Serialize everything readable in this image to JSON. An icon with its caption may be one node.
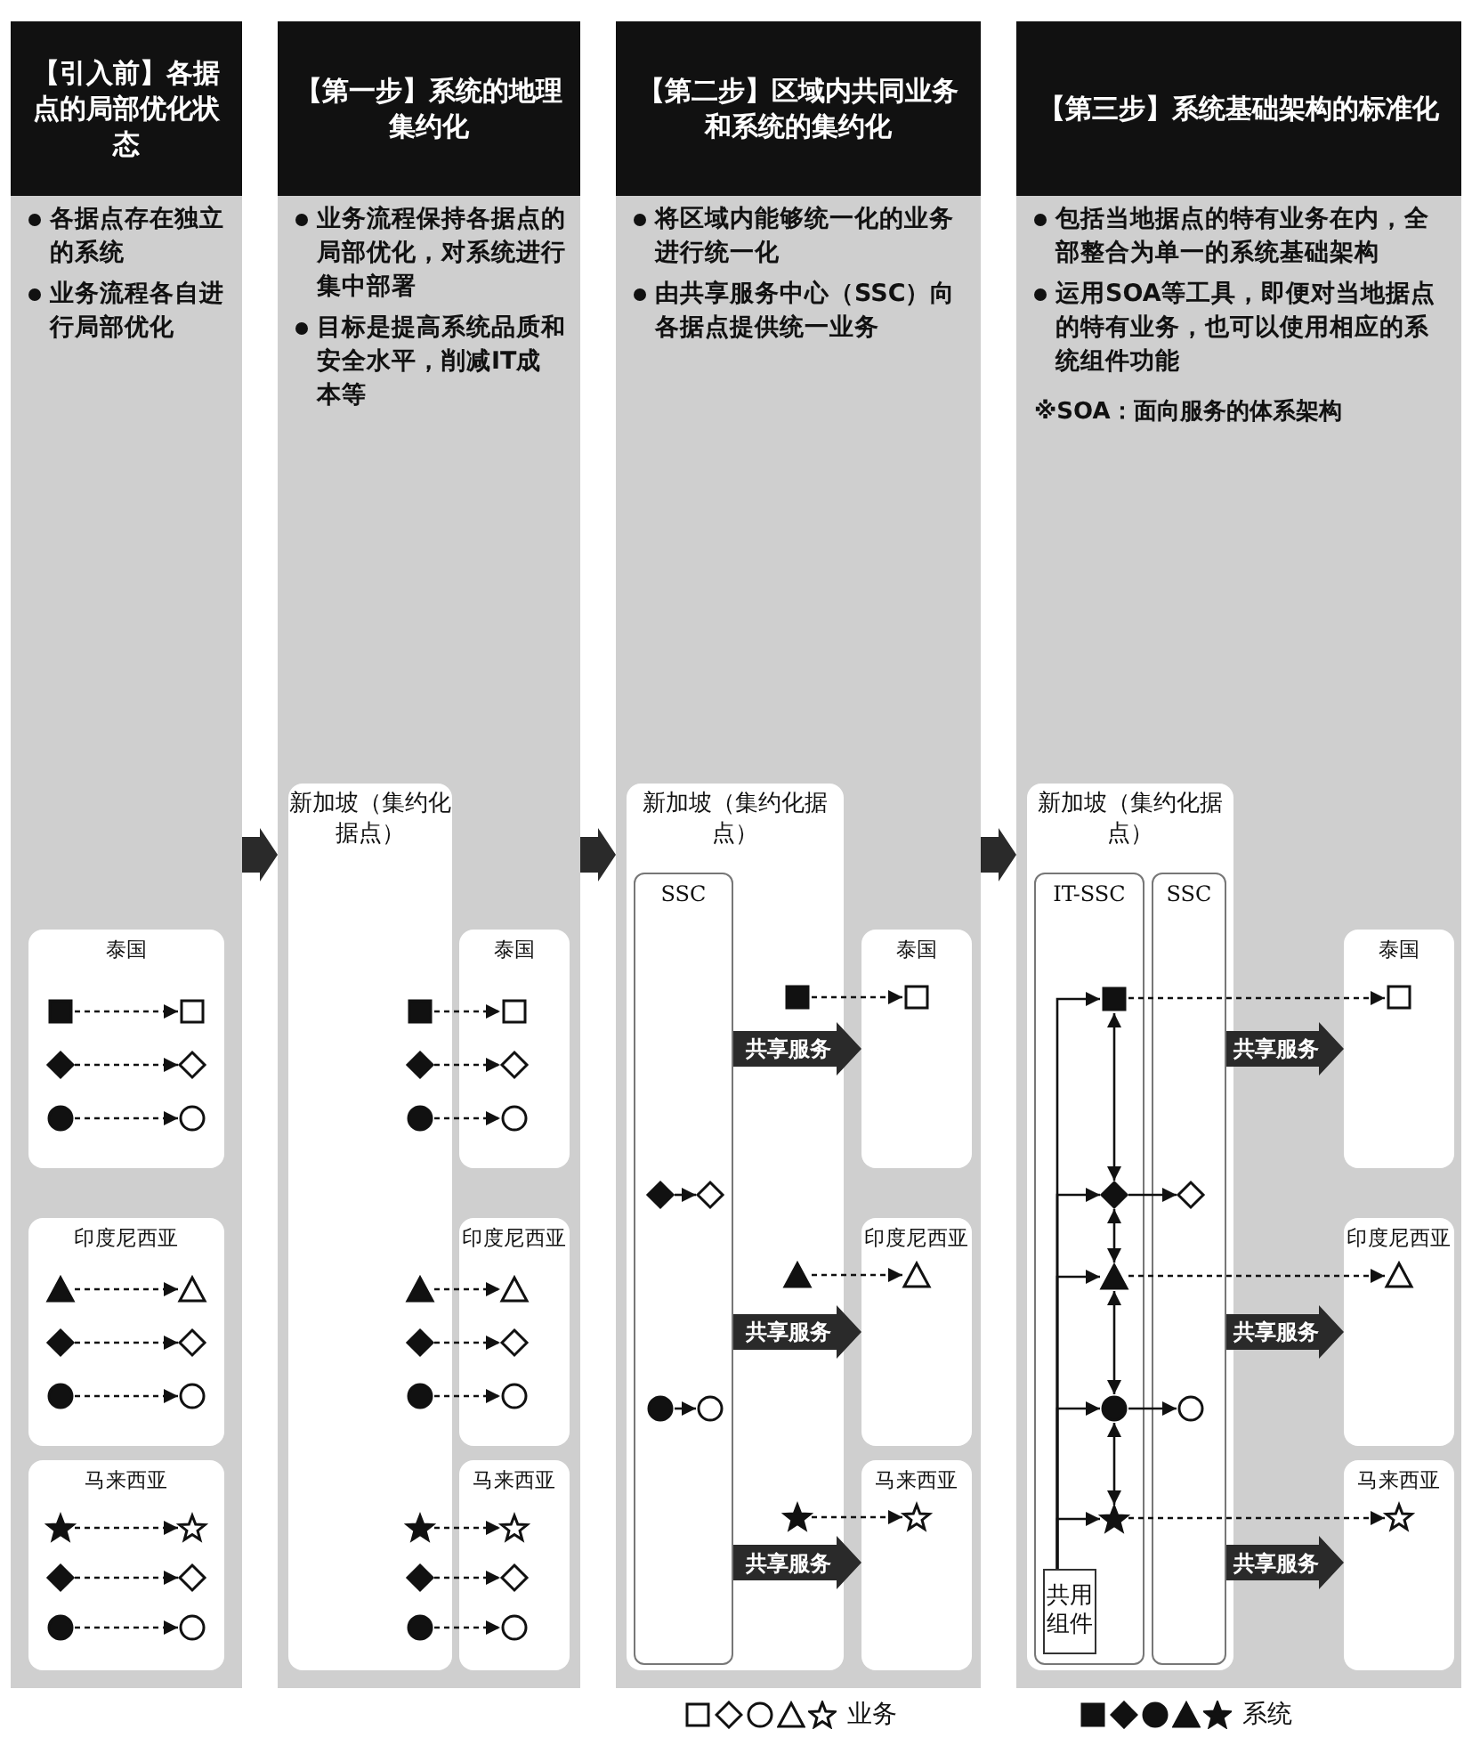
{
  "diagram": {
    "nodes": [
      {
        "text": [
          "【引入前】各据点的局部优化状态",
          "各据点存在独立的系统",
          "业务流程各自进行局部优化"
        ]
      },
      {
        "text": [
          "泰国"
        ],
        "in": 0
      },
      {
        "text": [],
        "shape": "square",
        "in": 1
      },
      {
        "text": [],
        "shape": "square",
        "in": 1
      },
      {
        "text": [],
        "shape": "diamond",
        "in": 1
      },
      {
        "text": [],
        "shape": "diamond",
        "in": 1
      },
      {
        "text": [],
        "shape": "circle",
        "in": 1
      },
      {
        "text": [],
        "shape": "circle",
        "in": 1
      },
      {
        "text": [
          "印度尼西亚"
        ],
        "in": 0
      },
      {
        "text": [],
        "shape": "triangle",
        "in": 8
      },
      {
        "text": [],
        "shape": "triangle",
        "in": 8
      },
      {
        "text": [],
        "shape": "diamond",
        "in": 8
      },
      {
        "text": [],
        "shape": "diamond",
        "in": 8
      },
      {
        "text": [],
        "shape": "circle",
        "in": 8
      },
      {
        "text": [],
        "shape": "circle",
        "in": 8
      },
      {
        "text": [
          "马来西亚"
        ],
        "in": 0
      },
      {
        "text": [],
        "shape": "star",
        "in": 15
      },
      {
        "text": [],
        "shape": "star",
        "in": 15
      },
      {
        "text": [],
        "shape": "diamond",
        "in": 15
      },
      {
        "text": [],
        "shape": "diamond",
        "in": 15
      },
      {
        "text": [],
        "shape": "circle",
        "in": 15
      },
      {
        "text": [],
        "shape": "circle",
        "in": 15
      },
      {
        "text": [
          "【第一步】系统的地理集约化",
          "业务流程保持各据点的局部优化，对系统进行集中部署",
          "目标是提高系统品质和安全水平，削减IT成本等"
        ]
      },
      {
        "text": [
          "新加坡（集约化据点）"
        ],
        "in": 22
      },
      {
        "text": [
          "泰国"
        ],
        "in": 22
      },
      {
        "text": [],
        "shape": "square",
        "in": 23
      },
      {
        "text": [],
        "shape": "square",
        "in": 24
      },
      {
        "text": [],
        "shape": "diamond",
        "in": 23
      },
      {
        "text": [],
        "shape": "diamond",
        "in": 24
      },
      {
        "text": [],
        "shape": "circle",
        "in": 23
      },
      {
        "text": [],
        "shape": "circle",
        "in": 24
      },
      {
        "text": [
          "印度尼西亚"
        ],
        "in": 22
      },
      {
        "text": [],
        "shape": "triangle",
        "in": 23
      },
      {
        "text": [],
        "shape": "triangle",
        "in": 31
      },
      {
        "text": [],
        "shape": "diamond",
        "in": 23
      },
      {
        "text": [],
        "shape": "diamond",
        "in": 31
      },
      {
        "text": [],
        "shape": "circle",
        "in": 23
      },
      {
        "text": [],
        "shape": "circle",
        "in": 31
      },
      {
        "text": [
          "马来西亚"
        ],
        "in": 22
      },
      {
        "text": [],
        "shape": "star",
        "in": 23
      },
      {
        "text": [],
        "shape": "star",
        "in": 38
      },
      {
        "text": [],
        "shape": "diamond",
        "in": 23
      },
      {
        "text": [],
        "shape": "diamond",
        "in": 38
      },
      {
        "text": [],
        "shape": "circle",
        "in": 23
      },
      {
        "text": [],
        "shape": "circle",
        "in": 38
      },
      {
        "text": [
          "【第二步】区域内共同业务和系统的集约化",
          "将区域内能够统一化的业务进行统一化",
          "由共享服务中心（SSC）向各据点提供统一业务"
        ]
      },
      {
        "text": [
          "新加坡（集约化据点）"
        ],
        "in": 45
      },
      {
        "text": [
          "SSC"
        ],
        "in": 46
      },
      {
        "text": [
          "泰国"
        ],
        "in": 45
      },
      {
        "text": [],
        "shape": "square",
        "in": 46
      },
      {
        "text": [],
        "shape": "square",
        "in": 48
      },
      {
        "text": [],
        "shape": "diamond",
        "in": 47
      },
      {
        "text": [],
        "shape": "diamond",
        "in": 47
      },
      {
        "text": [
          "印度尼西亚"
        ],
        "in": 45
      },
      {
        "text": [],
        "shape": "triangle",
        "in": 46
      },
      {
        "text": [],
        "shape": "triangle",
        "in": 53
      },
      {
        "text": [],
        "shape": "circle",
        "in": 47
      },
      {
        "text": [],
        "shape": "circle",
        "in": 47
      },
      {
        "text": [
          "马来西亚"
        ],
        "in": 45
      },
      {
        "text": [],
        "shape": "star",
        "in": 46
      },
      {
        "text": [],
        "shape": "star",
        "in": 58
      },
      {
        "text": [
          "【第三步】系统基础架构的标准化",
          "包括当地据点的特有业务在内，全部整合为单一的系统基础架构",
          "运用SOA等工具，即便对当地据点的特有业务，也可以使用相应的系统组件功能",
          "※SOA：面向服务的体系架构"
        ]
      },
      {
        "text": [
          "新加坡（集约化据点）"
        ],
        "in": 61
      },
      {
        "text": [
          "IT-SSC"
        ],
        "in": 62
      },
      {
        "text": [
          "SSC"
        ],
        "in": 62
      },
      {
        "text": [
          "泰国"
        ],
        "in": 61
      },
      {
        "text": [],
        "shape": "square",
        "in": 63
      },
      {
        "text": [],
        "shape": "square",
        "in": 65
      },
      {
        "text": [],
        "shape": "diamond",
        "in": 63
      },
      {
        "text": [],
        "shape": "diamond",
        "in": 64
      },
      {
        "text": [
          "印度尼西亚"
        ],
        "in": 61
      },
      {
        "text": [],
        "shape": "triangle",
        "in": 63
      },
      {
        "text": [],
        "shape": "triangle",
        "in": 70
      },
      {
        "text": [],
        "shape": "circle",
        "in": 63
      },
      {
        "text": [],
        "shape": "circle",
        "in": 64
      },
      {
        "text": [
          "马来西亚"
        ],
        "in": 61
      },
      {
        "text": [],
        "shape": "star",
        "in": 63
      },
      {
        "text": [],
        "shape": "star",
        "in": 75
      },
      {
        "text": [
          "共用组件"
        ],
        "in": 63
      }
    ],
    "edges": [
      {
        "from": 2,
        "to": 3,
        "arrow": "to",
        "style": "dashed"
      },
      {
        "from": 4,
        "to": 5,
        "arrow": "to",
        "style": "dashed"
      },
      {
        "from": 6,
        "to": 7,
        "arrow": "to",
        "style": "dashed"
      },
      {
        "from": 9,
        "to": 10,
        "arrow": "to",
        "style": "dashed"
      },
      {
        "from": 11,
        "to": 12,
        "arrow": "to",
        "style": "dashed"
      },
      {
        "from": 13,
        "to": 14,
        "arrow": "to",
        "style": "dashed"
      },
      {
        "from": 16,
        "to": 17,
        "arrow": "to",
        "style": "dashed"
      },
      {
        "from": 18,
        "to": 19,
        "arrow": "to",
        "style": "dashed"
      },
      {
        "from": 20,
        "to": 21,
        "arrow": "to",
        "style": "dashed"
      },
      {
        "from": 0,
        "to": 22,
        "arrow": "to",
        "style": "thick"
      },
      {
        "from": 25,
        "to": 26,
        "arrow": "to",
        "style": "dashed"
      },
      {
        "from": 27,
        "to": 28,
        "arrow": "to",
        "style": "dashed"
      },
      {
        "from": 29,
        "to": 30,
        "arrow": "to",
        "style": "dashed"
      },
      {
        "from": 32,
        "to": 33,
        "arrow": "to",
        "style": "dashed"
      },
      {
        "from": 34,
        "to": 35,
        "arrow": "to",
        "style": "dashed"
      },
      {
        "from": 36,
        "to": 37,
        "arrow": "to",
        "style": "dashed"
      },
      {
        "from": 39,
        "to": 40,
        "arrow": "to",
        "style": "dashed"
      },
      {
        "from": 41,
        "to": 42,
        "arrow": "to",
        "style": "dashed"
      },
      {
        "from": 43,
        "to": 44,
        "arrow": "to",
        "style": "dashed"
      },
      {
        "from": 22,
        "to": 45,
        "arrow": "to",
        "style": "thick"
      },
      {
        "from": 49,
        "to": 50,
        "arrow": "to",
        "style": "dashed"
      },
      {
        "from": 47,
        "to": 48,
        "arrow": "to",
        "style": "thick",
        "label": "共享服务"
      },
      {
        "from": 51,
        "to": 52,
        "arrow": "to"
      },
      {
        "from": 54,
        "to": 55,
        "arrow": "to",
        "style": "dashed"
      },
      {
        "from": 47,
        "to": 53,
        "arrow": "to",
        "style": "thick",
        "label": "共享服务"
      },
      {
        "from": 56,
        "to": 57,
        "arrow": "to"
      },
      {
        "from": 59,
        "to": 60,
        "arrow": "to",
        "style": "dashed"
      },
      {
        "from": 47,
        "to": 58,
        "arrow": "to",
        "style": "thick",
        "label": "共享服务"
      },
      {
        "from": 45,
        "to": 61,
        "arrow": "to",
        "style": "thick"
      },
      {
        "from": 78,
        "to": 66,
        "arrow": "to"
      },
      {
        "from": 78,
        "to": 68,
        "arrow": "to"
      },
      {
        "from": 78,
        "to": 71,
        "arrow": "to"
      },
      {
        "from": 78,
        "to": 73,
        "arrow": "to"
      },
      {
        "from": 78,
        "to": 76,
        "arrow": "to"
      },
      {
        "from": 66,
        "to": 68,
        "arrow": "both"
      },
      {
        "from": 68,
        "to": 71,
        "arrow": "both"
      },
      {
        "from": 71,
        "to": 73,
        "arrow": "both"
      },
      {
        "from": 73,
        "to": 76,
        "arrow": "both"
      },
      {
        "from": 66,
        "to": 67,
        "arrow": "to",
        "style": "dashed"
      },
      {
        "from": 68,
        "to": 69,
        "arrow": "to"
      },
      {
        "from": 71,
        "to": 72,
        "arrow": "to",
        "style": "dashed"
      },
      {
        "from": 73,
        "to": 74,
        "arrow": "to"
      },
      {
        "from": 76,
        "to": 77,
        "arrow": "to",
        "style": "dashed"
      },
      {
        "from": 64,
        "to": 65,
        "arrow": "to",
        "style": "thick",
        "label": "共享服务"
      },
      {
        "from": 64,
        "to": 70,
        "arrow": "to",
        "style": "thick",
        "label": "共享服务"
      },
      {
        "from": 64,
        "to": 75,
        "arrow": "to",
        "style": "thick",
        "label": "共享服务"
      }
    ],
    "legend": [
      {
        "text": "业务"
      },
      {
        "text": "系统"
      }
    ]
  }
}
